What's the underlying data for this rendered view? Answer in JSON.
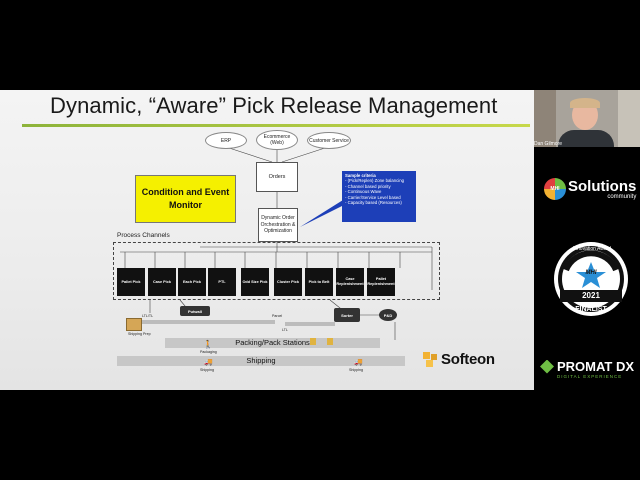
{
  "slide": {
    "title": "Dynamic, “Aware” Pick Release Management",
    "sources": [
      "ERP",
      "Ecommerce (Web)",
      "Customer Service"
    ],
    "orders_label": "Orders",
    "orchestration_label": "Dynamic Order Orchestration & Optimization",
    "condition_monitor": "Condition and Event Monitor",
    "criteria": {
      "heading": "Sample criteria",
      "items": [
        "- (Pick/Replen) Zone balancing",
        "- Channel based priority",
        "- Continuous Wave",
        "- Carrier/Service Level based",
        "- Capacity based (Resources)"
      ]
    },
    "process_channels_label": "Process Channels",
    "channels": [
      "Pallet Pick",
      "Case Pick",
      "Each Pick",
      "PTL",
      "Odd Size Pick",
      "Cluster Pick",
      "Pick to Belt",
      "Case Replenishment",
      "Pallet Replenishment"
    ],
    "nodes": {
      "putwall": "Putwall",
      "sorter": "Sorter",
      "pko": "P&D"
    },
    "small_labels": {
      "ltl": "LTL/TL",
      "shipping_prep": "Shipping Prep",
      "parcel": "Parcel",
      "ltl2": "LTL",
      "packaging": "Packaging",
      "shipping": "Shipping",
      "shipping2": "Shipping"
    },
    "packing_label": "Packing/Pack Stations",
    "shipping_label": "Shipping",
    "brand": "Softeon"
  },
  "presenter": {
    "name": "Dan Gilmore"
  },
  "sidebar": {
    "solutions_prefix": "MHI",
    "solutions_title": "Solutions",
    "solutions_sub": "community",
    "award_top": "Innovation Award",
    "award_org": "MHI",
    "award_year": "2021",
    "award_status": "FINALIST",
    "promat_main": "PROMAT DX",
    "promat_sub": "DIGITAL EXPERIENCE"
  },
  "colors": {
    "accent_green": "#8db33a",
    "criteria_blue": "#1d3fb8",
    "monitor_yellow": "#f5f000",
    "promat_green": "#6fbe44"
  }
}
